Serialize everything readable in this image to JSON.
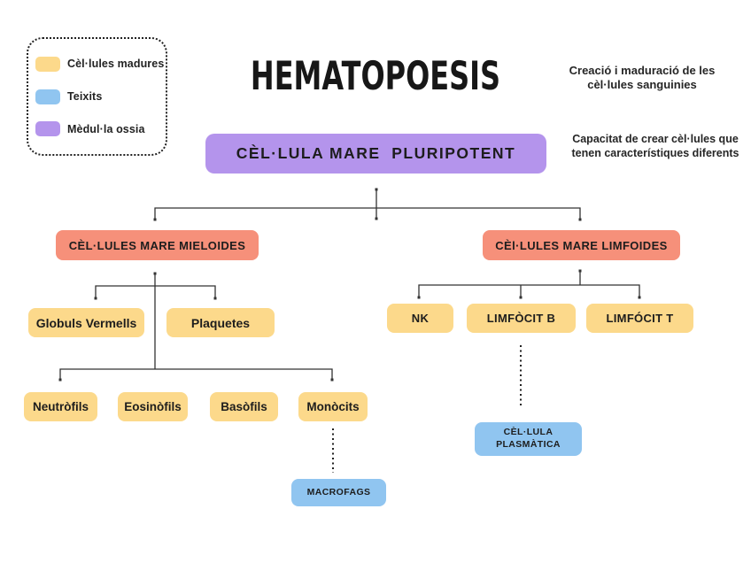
{
  "title": "HEMATOPOESIS",
  "annotations": {
    "hematopoesis_note": "Creació i maduració de les cèl·lules sanguinies",
    "pluripotent_note": "Capacitat de crear cèl·lules que tenen característiques diferents"
  },
  "legend": {
    "items": [
      {
        "label": "Cèl·lules madures"
      },
      {
        "label": "Teixits"
      },
      {
        "label": "Mèdul·la ossia"
      }
    ]
  },
  "nodes": {
    "root": "CÈL·LULA MARE  PLURIPOTENT",
    "mieloides": "CÈL·LULES MARE MIELOIDES",
    "limfoides": "CÈl·LULES MARE LIMFOIDES",
    "globuls": "Globuls Vermells",
    "plaquetes": "Plaquetes",
    "nk": "NK",
    "limfocit_b": "LIMFÒCIT B",
    "limfocit_t": "LIMFÓCIT T",
    "neutrofils": "Neutròfils",
    "eosinofils": "Eosinòfils",
    "basofils": "Basòfils",
    "monocits": "Monòcits",
    "macrofags": "MACROFAGS",
    "plasmatica": "CÈL·LULA PLASMÀTICA"
  },
  "colors": {
    "yellow": "#FCD98B",
    "blue": "#90C5F0",
    "purple": "#B494EC",
    "salmon": "#F6907A",
    "line": "#333333"
  }
}
